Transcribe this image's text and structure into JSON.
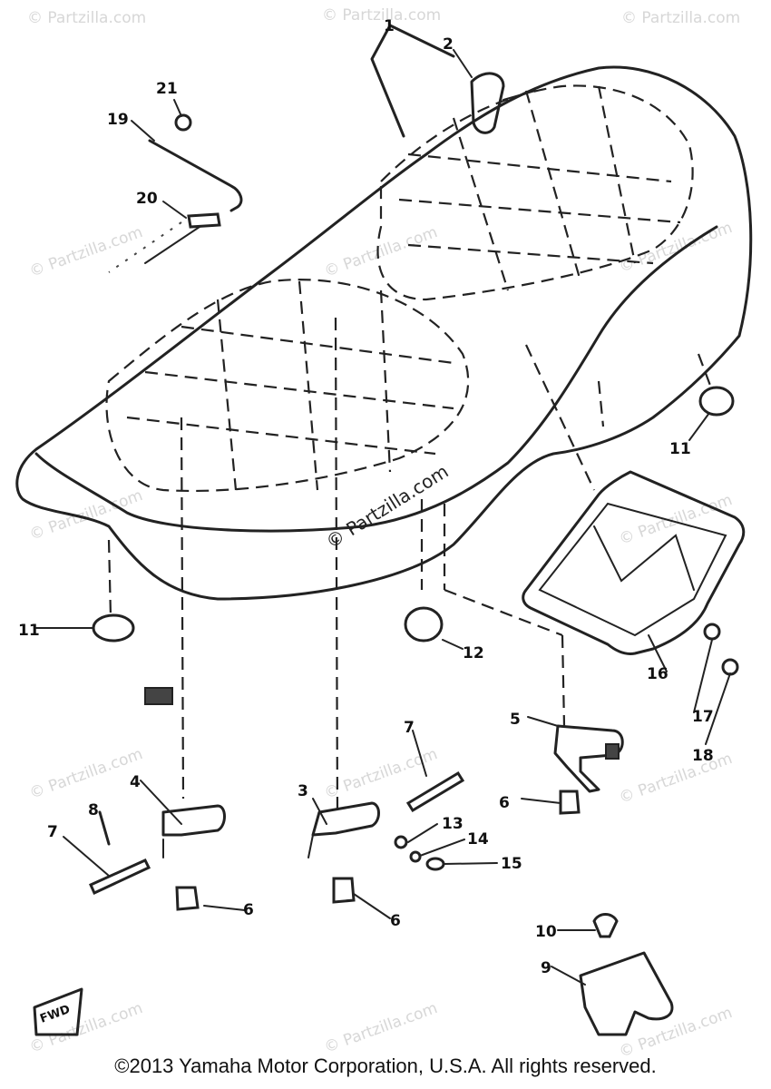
{
  "watermark": {
    "text": "© Partzilla.com",
    "center_text": "© Partzilla.com"
  },
  "callouts": {
    "c1": "1",
    "c2": "2",
    "c3": "3",
    "c4": "4",
    "c5": "5",
    "c6a": "6",
    "c6b": "6",
    "c6c": "6",
    "c7a": "7",
    "c7b": "7",
    "c8": "8",
    "c9": "9",
    "c10": "10",
    "c11a": "11",
    "c11b": "11",
    "c12": "12",
    "c13": "13",
    "c14": "14",
    "c15": "15",
    "c16": "16",
    "c17": "17",
    "c18": "18",
    "c19": "19",
    "c20": "20",
    "c21": "21"
  },
  "fwd_label": "FWD",
  "copyright": "©2013 Yamaha Motor Corporation, U.S.A. All rights reserved."
}
